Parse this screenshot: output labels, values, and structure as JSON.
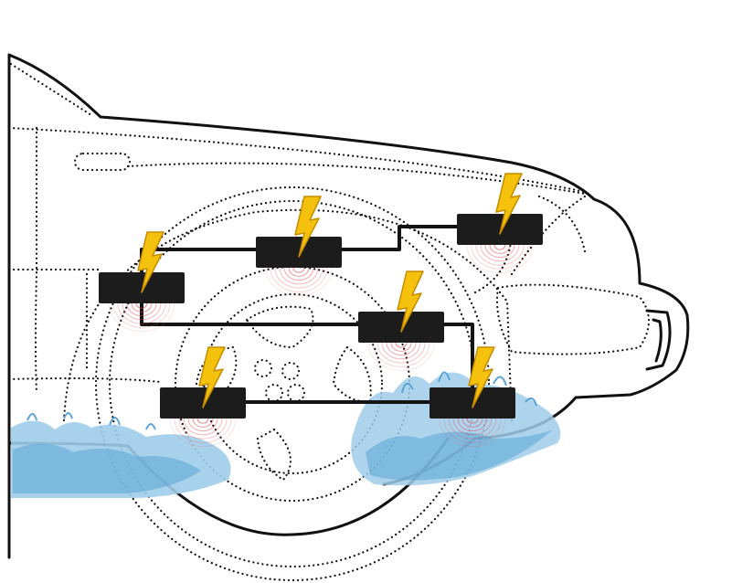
{
  "colors": {
    "outline": "#111111",
    "dotted": "#111111",
    "module": "#1c1c1c",
    "wire": "#141414",
    "bolt": "#f4c20d",
    "bolt_edge": "#c68b00",
    "ripple": "#e8474f",
    "water": "#8fc5e6",
    "water_dark": "#5aa4d6",
    "background": "#ffffff"
  },
  "icons": {
    "module": "control-unit-icon",
    "bolt": "lightning-bolt-icon",
    "ripple": "signal-ripple-icon",
    "water": "water-splash-icon"
  },
  "modules": [
    {
      "id": "module-1",
      "name": "control-unit-1"
    },
    {
      "id": "module-2",
      "name": "control-unit-2"
    },
    {
      "id": "module-3",
      "name": "control-unit-3"
    },
    {
      "id": "module-4",
      "name": "control-unit-4"
    },
    {
      "id": "module-5",
      "name": "control-unit-5"
    },
    {
      "id": "module-6",
      "name": "control-unit-6"
    }
  ]
}
